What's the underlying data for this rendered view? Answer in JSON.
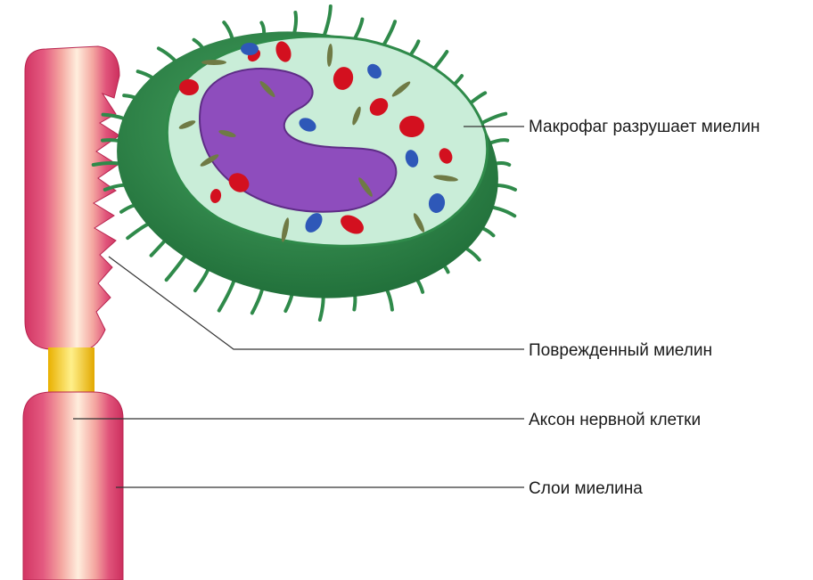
{
  "labels": {
    "macrophage": "Макрофаг разрушает миелин",
    "damaged_myelin": "Поврежденный миелин",
    "axon": "Аксон нервной клетки",
    "myelin_layers": "Слои миелина"
  },
  "colors": {
    "myelin_outer": "#d93b6a",
    "myelin_light": "#ffe3cf",
    "axon_gap": "#f7c51e",
    "cell_membrane_dark": "#2f8a4a",
    "cytoplasm": "#c7ecd6",
    "nucleus": "#8e4dbd",
    "organelle_red": "#d3101f",
    "organelle_blue": "#2e58b8",
    "organelle_olive": "#6f7a45",
    "leader_line": "#333333"
  }
}
